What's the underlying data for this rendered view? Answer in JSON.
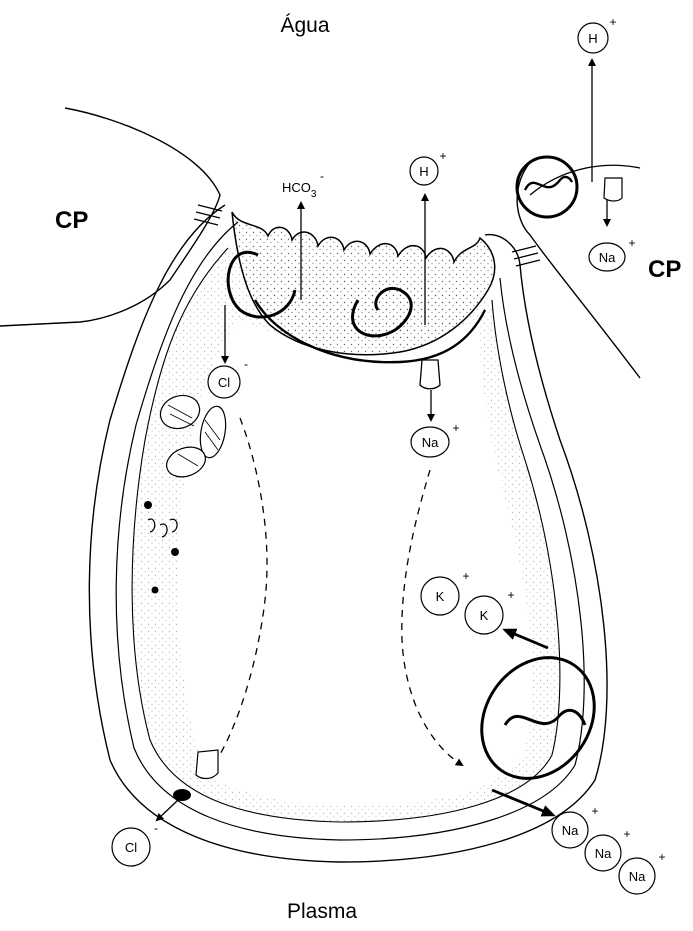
{
  "labels": {
    "top": "Água",
    "bottom": "Plasma",
    "cp_left": "CP",
    "cp_right": "CP"
  },
  "ions": {
    "h_top": {
      "symbol": "H",
      "charge": "+"
    },
    "h_mid": {
      "symbol": "H",
      "charge": "+"
    },
    "hco3": {
      "base": "HCO",
      "sub": "3",
      "charge": "-"
    },
    "na_right": {
      "symbol": "Na",
      "charge": "+"
    },
    "cl_apical": {
      "symbol": "Cl",
      "charge": "-"
    },
    "na_mid": {
      "symbol": "Na",
      "charge": "+"
    },
    "k1": {
      "symbol": "K",
      "charge": "+"
    },
    "k2": {
      "symbol": "K",
      "charge": "+"
    },
    "cl_basal": {
      "symbol": "Cl",
      "charge": "-"
    },
    "na_b1": {
      "symbol": "Na",
      "charge": "+"
    },
    "na_b2": {
      "symbol": "Na",
      "charge": "+"
    },
    "na_b3": {
      "symbol": "Na",
      "charge": "+"
    }
  }
}
